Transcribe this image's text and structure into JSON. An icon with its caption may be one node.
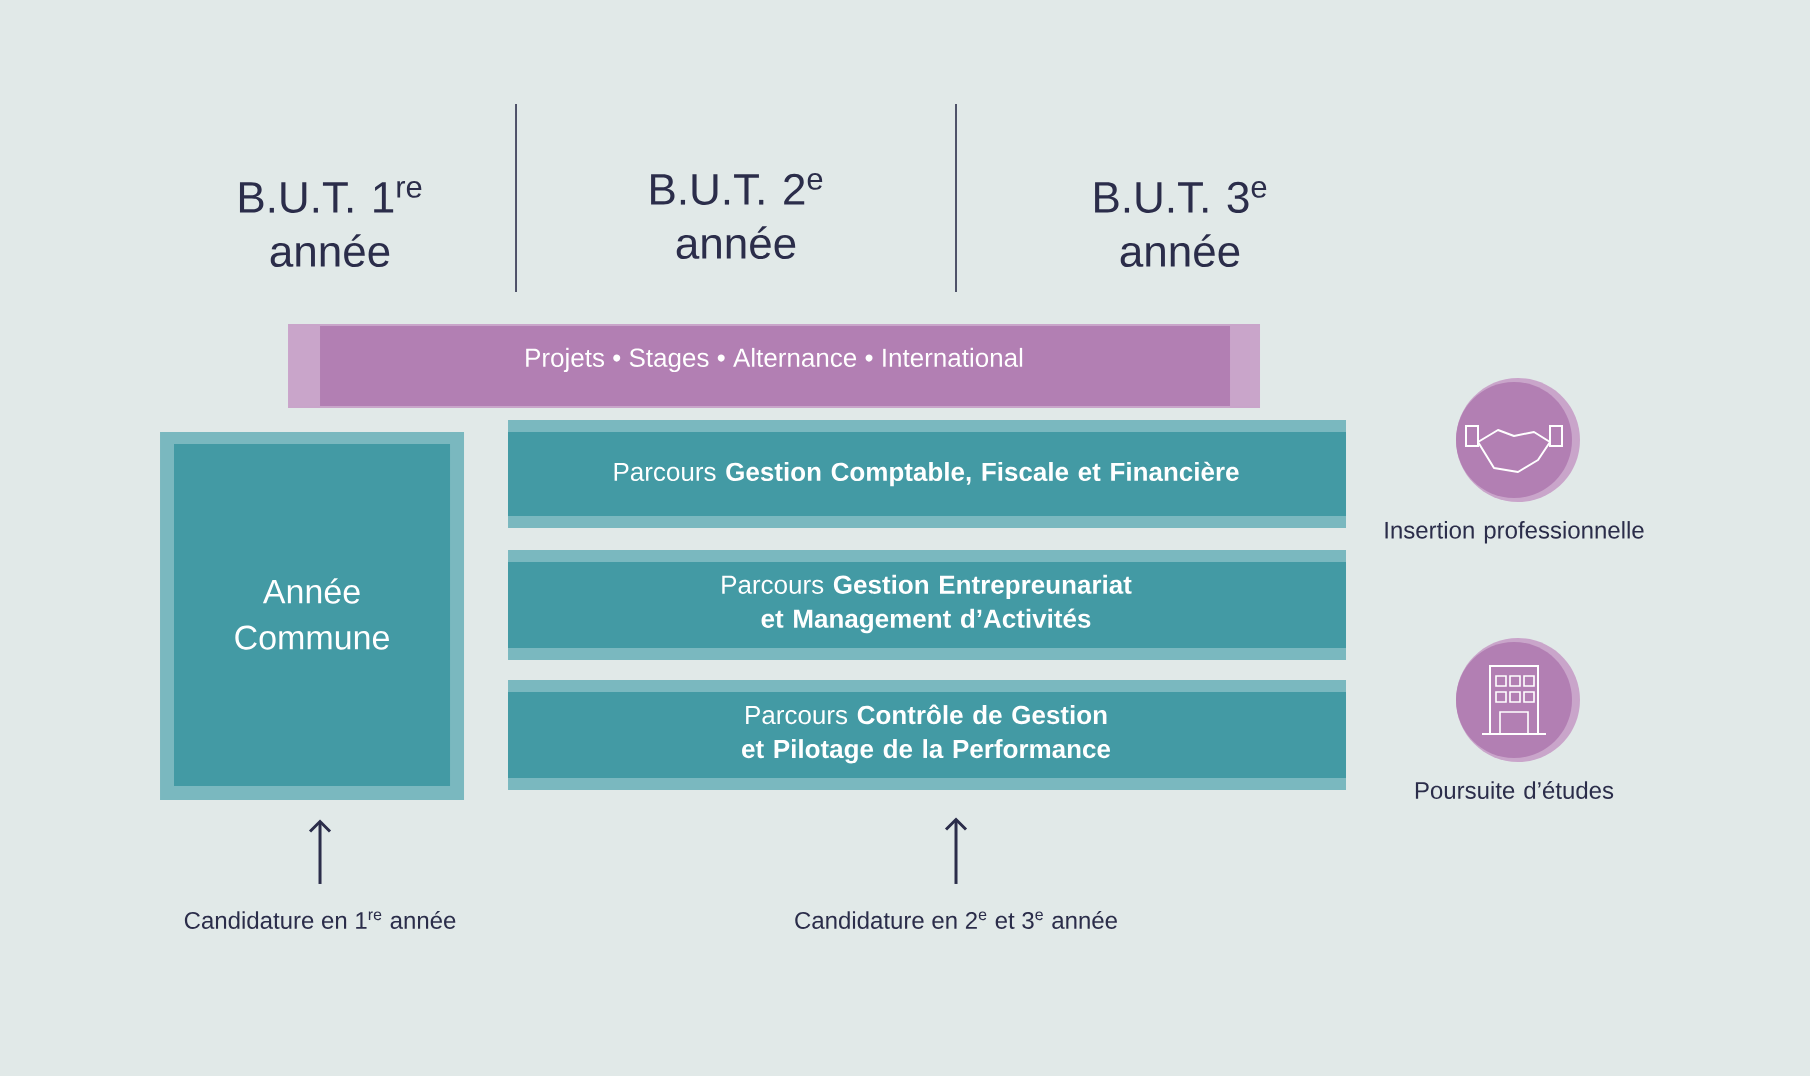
{
  "diagram": {
    "nodes": [
      {
        "text": [
          "Projets • Stages • Alternance • International"
        ]
      },
      {
        "text": [
          "Année Commune"
        ]
      },
      {
        "text": [
          "Parcours **Gestion Comptable, Fiscale et Financière**"
        ]
      },
      {
        "text": [
          "Parcours **Gestion Entrepreunariat et Management d’Activités**"
        ]
      },
      {
        "text": [
          "Parcours **Contrôle de Gestion et Pilotage de la Performance**"
        ]
      },
      {
        "text": [],
        "shape": "circle",
        "beside": [
          "Insertion professionnelle"
        ]
      },
      {
        "text": [],
        "shape": "circle",
        "beside": [
          "Poursuite d’études"
        ]
      },
      {
        "text": [
          "Candidature en 1$^{re}$ année"
        ]
      },
      {
        "text": [
          "Candidature en 2$^{e}$ et 3$^{e}$ année"
        ]
      }
    ],
    "edges": [
      {
        "from": 7,
        "to": 1,
        "arrow": "to"
      },
      {
        "from": 8,
        "to": 4,
        "arrow": "to"
      }
    ],
    "labels": [
      "B.U.T. 1$^{re}$ année",
      "B.U.T. 2$^{e}$ année",
      "B.U.T. 3$^{e}$ année"
    ]
  }
}
